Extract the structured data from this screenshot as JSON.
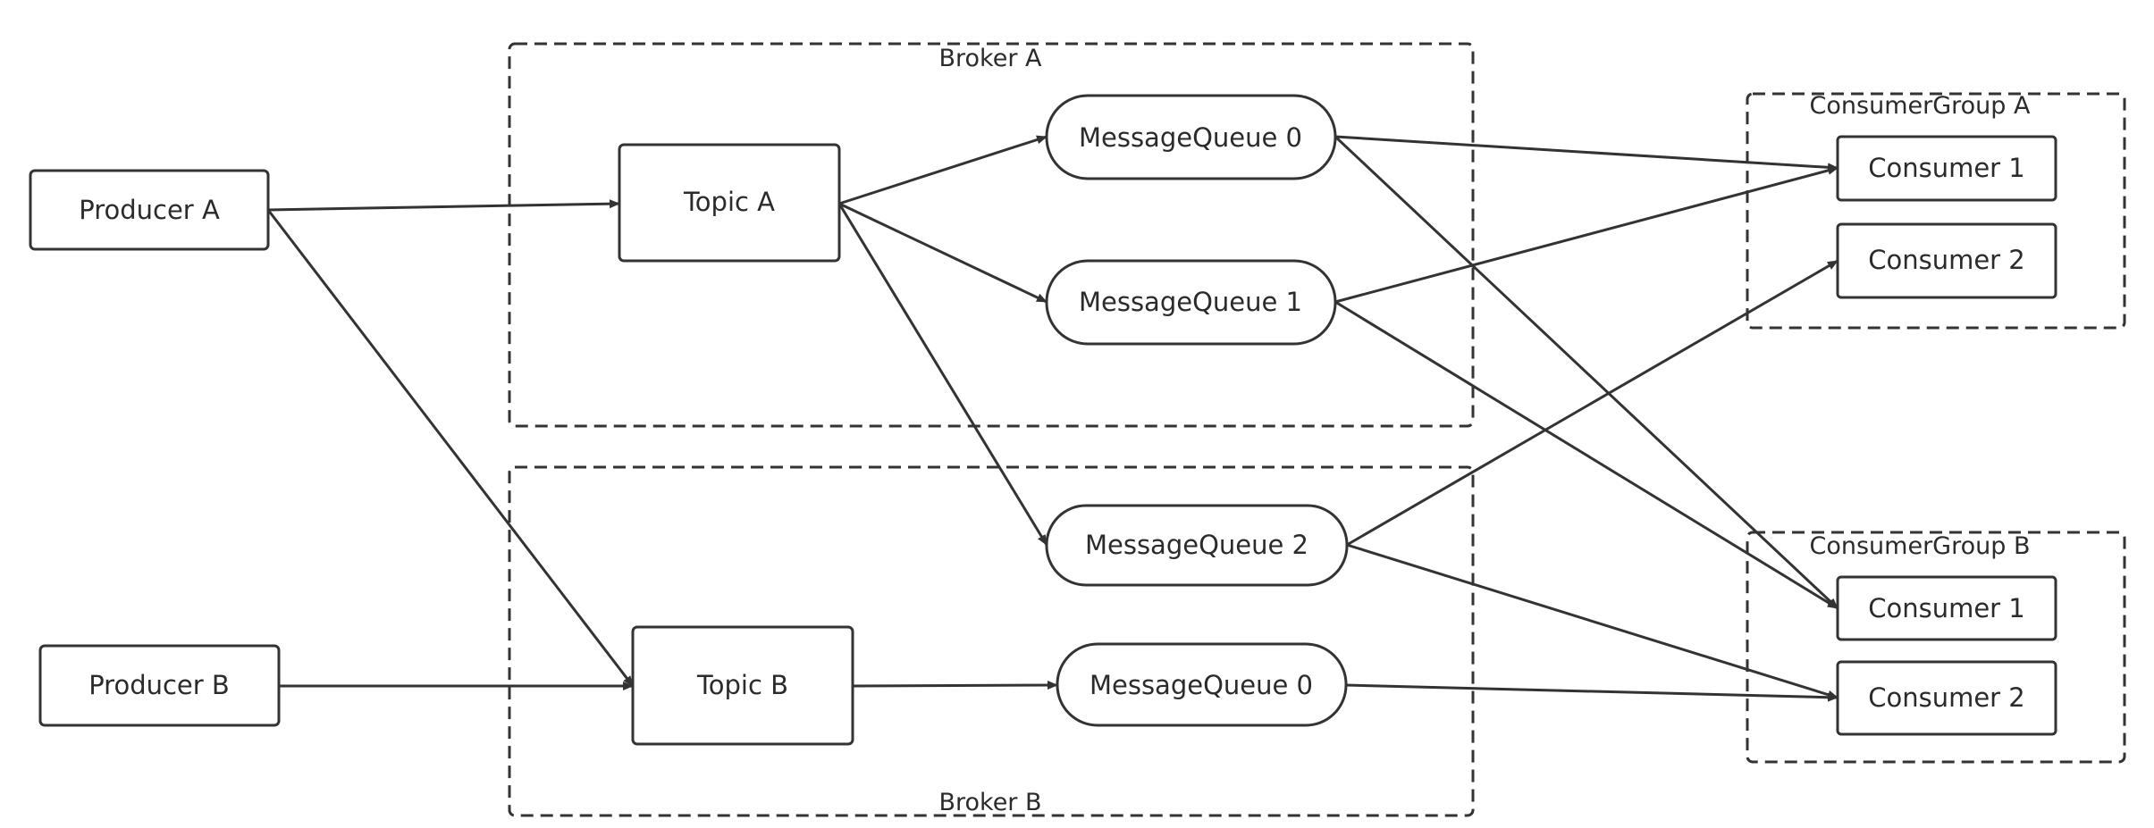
{
  "diagram": {
    "brokers": {
      "a": {
        "label": "Broker A"
      },
      "b": {
        "label": "Broker B"
      }
    },
    "consumer_groups": {
      "a": {
        "label": "ConsumerGroup A"
      },
      "b": {
        "label": "ConsumerGroup B"
      }
    },
    "nodes": {
      "producer_a": "Producer A",
      "producer_b": "Producer B",
      "topic_a": "Topic A",
      "topic_b": "Topic B",
      "mq_a0": "MessageQueue 0",
      "mq_a1": "MessageQueue 1",
      "mq_a2": "MessageQueue 2",
      "mq_b0": "MessageQueue 0",
      "cg_a_c1": "Consumer 1",
      "cg_a_c2": "Consumer 2",
      "cg_b_c1": "Consumer 1",
      "cg_b_c2": "Consumer 2"
    },
    "edges": [
      {
        "from": "producer_a",
        "to": "topic_a"
      },
      {
        "from": "producer_a",
        "to": "topic_b"
      },
      {
        "from": "producer_b",
        "to": "topic_b"
      },
      {
        "from": "topic_a",
        "to": "mq_a0"
      },
      {
        "from": "topic_a",
        "to": "mq_a1"
      },
      {
        "from": "topic_a",
        "to": "mq_a2"
      },
      {
        "from": "topic_b",
        "to": "mq_b0"
      },
      {
        "from": "mq_a0",
        "to": "cg_a_c1"
      },
      {
        "from": "mq_a0",
        "to": "cg_b_c1"
      },
      {
        "from": "mq_a1",
        "to": "cg_a_c1"
      },
      {
        "from": "mq_a1",
        "to": "cg_b_c1"
      },
      {
        "from": "mq_a2",
        "to": "cg_a_c2"
      },
      {
        "from": "mq_a2",
        "to": "cg_b_c2"
      },
      {
        "from": "mq_b0",
        "to": "cg_b_c2"
      }
    ],
    "colors": {
      "stroke": "#333333",
      "text": "#2b2b2b",
      "background": "#ffffff"
    }
  }
}
